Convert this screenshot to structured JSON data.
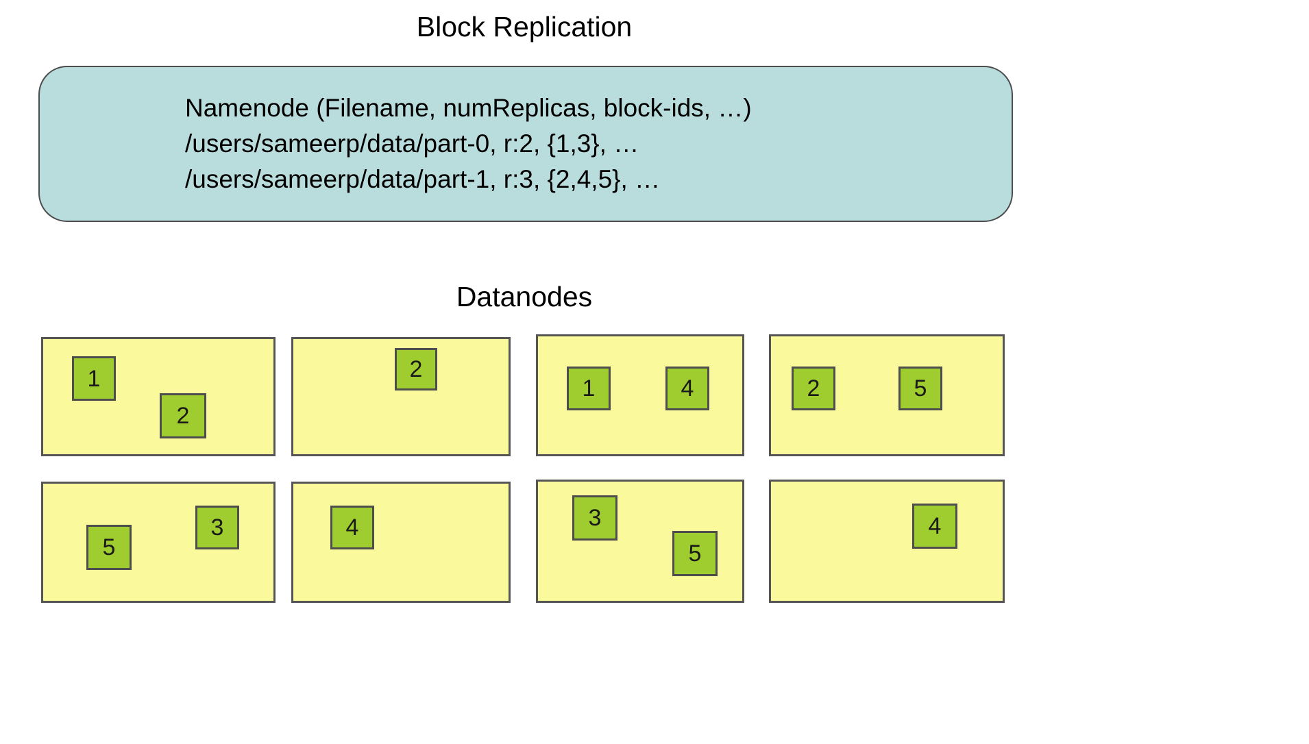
{
  "title": "Block Replication",
  "namenode": {
    "lines": [
      "Namenode (Filename, numReplicas, block-ids, …)",
      "/users/sameerp/data/part-0, r:2, {1,3}, …",
      "/users/sameerp/data/part-1, r:3, {2,4,5}, …"
    ],
    "line1": "Namenode (Filename, numReplicas, block-ids, …)",
    "line2": "/users/sameerp/data/part-0, r:2, {1,3}, …",
    "line3": "/users/sameerp/data/part-1, r:3, {2,4,5}, …"
  },
  "datanodes_label": "Datanodes",
  "datanodes": [
    {
      "index": 1,
      "row": 1,
      "col": 1,
      "blocks": [
        "1",
        "2"
      ]
    },
    {
      "index": 2,
      "row": 1,
      "col": 2,
      "blocks": [
        "2"
      ]
    },
    {
      "index": 3,
      "row": 1,
      "col": 3,
      "blocks": [
        "1",
        "4"
      ]
    },
    {
      "index": 4,
      "row": 1,
      "col": 4,
      "blocks": [
        "2",
        "5"
      ]
    },
    {
      "index": 5,
      "row": 2,
      "col": 1,
      "blocks": [
        "5",
        "3"
      ]
    },
    {
      "index": 6,
      "row": 2,
      "col": 2,
      "blocks": [
        "4"
      ]
    },
    {
      "index": 7,
      "row": 2,
      "col": 3,
      "blocks": [
        "3",
        "5"
      ]
    },
    {
      "index": 8,
      "row": 2,
      "col": 4,
      "blocks": [
        "4"
      ]
    }
  ],
  "colors": {
    "namenode_fill": "#b9dcdd",
    "namenode_stroke": "#4d4d4d",
    "datanode_fill": "#fafa9d",
    "datanode_stroke": "#555555",
    "block_fill": "#9fcc2e",
    "block_stroke": "#4d4d4d",
    "text": "#000000",
    "background": "#ffffff"
  }
}
